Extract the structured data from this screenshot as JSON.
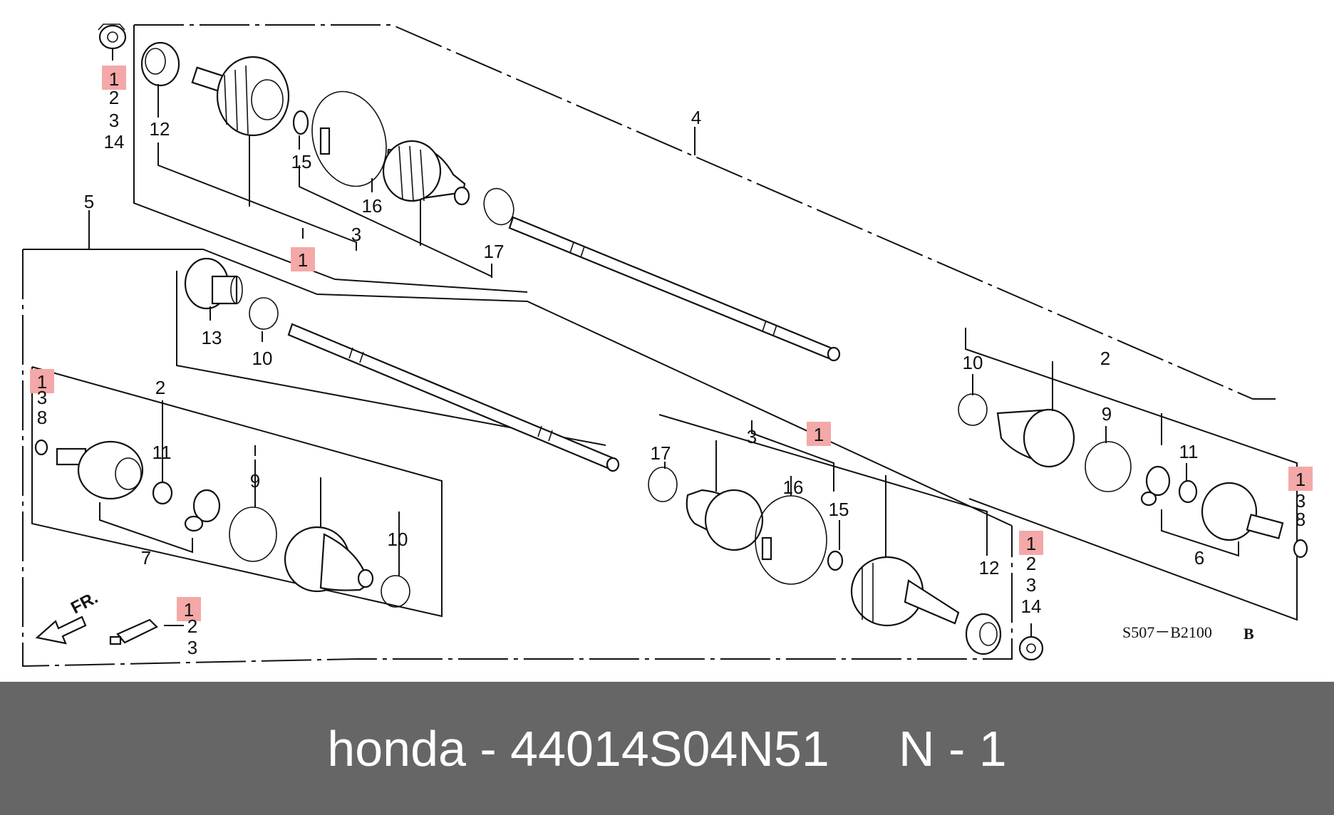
{
  "diagram": {
    "ref_code": "S507－B2100",
    "ref_suffix": "B",
    "front_arrow_label": "FR.",
    "callouts": {
      "tl_1": "1",
      "tl_2": "2",
      "tl_3": "3",
      "tl_14": "14",
      "tl_12": "12",
      "tl_15": "15",
      "tl_16": "16",
      "tl_3b": "3",
      "tl_17": "17",
      "tl_1b": "1",
      "top_4": "4",
      "l_5": "5",
      "l_13": "13",
      "l_10": "10",
      "l_1": "1",
      "l_3": "3",
      "l_8": "8",
      "l_2": "2",
      "l_11": "11",
      "l_9": "9",
      "l_10b": "10",
      "l_7": "7",
      "l_1b": "1",
      "l_2b": "2",
      "l_3b": "3",
      "c_17": "17",
      "c_3": "3",
      "c_16": "16",
      "c_15": "15",
      "c_1": "1",
      "c_12": "12",
      "c_1b": "1",
      "c_2b": "2",
      "c_3b": "3",
      "c_14b": "14",
      "r_10": "10",
      "r_2": "2",
      "r_9": "9",
      "r_11": "11",
      "r_1": "1",
      "r_3": "3",
      "r_8": "8",
      "r_6": "6"
    },
    "highlight_color": "#f4a8a8"
  },
  "caption": {
    "text": "honda - 44014S04N51     N - 1"
  },
  "colors": {
    "caption_bg": "#666666",
    "caption_text": "#ffffff",
    "line": "#111111"
  }
}
